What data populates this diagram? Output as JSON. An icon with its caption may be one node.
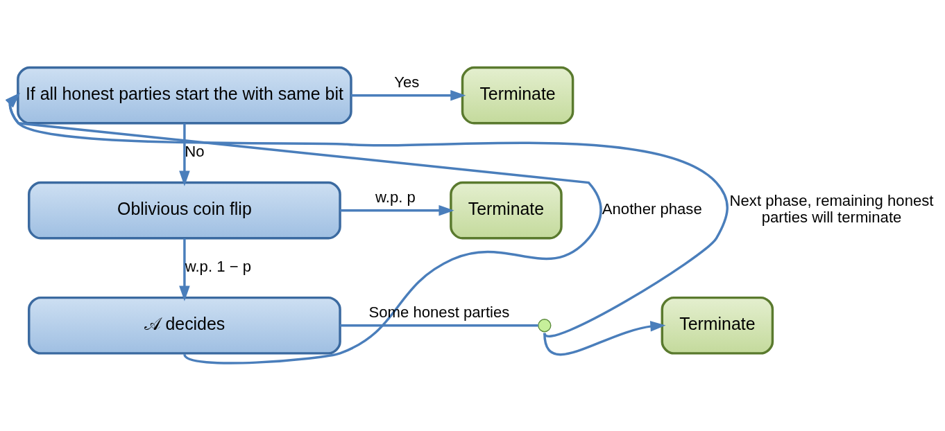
{
  "diagram": {
    "nodes": [
      {
        "text": [
          "If all honest parties start the with same bit"
        ]
      },
      {
        "text": [
          "Terminate"
        ]
      },
      {
        "text": [
          "Oblivious coin flip"
        ]
      },
      {
        "text": [
          "Terminate"
        ]
      },
      {
        "text": [
          "𝒜 decides"
        ]
      },
      {
        "text": [
          "Terminate"
        ]
      },
      {
        "text": [],
        "shape": "circle"
      }
    ],
    "edges": [
      {
        "from": 0,
        "to": 1,
        "arrow": "to",
        "label": "Yes"
      },
      {
        "from": 0,
        "to": 2,
        "arrow": "to",
        "label": "No"
      },
      {
        "from": 2,
        "to": 3,
        "arrow": "to",
        "label": "w.p. p"
      },
      {
        "from": 2,
        "to": 4,
        "arrow": "to",
        "label": "w.p. 1 − p"
      },
      {
        "from": 4,
        "to": 0,
        "arrow": "to",
        "label": "Another phase"
      },
      {
        "from": 4,
        "to": 6,
        "arrow": "none",
        "label": "Some honest parties"
      },
      {
        "from": 6,
        "to": 5,
        "arrow": "to"
      },
      {
        "from": 6,
        "to": 0,
        "arrow": "to",
        "label": "Next phase, remaining honest parties will terminate"
      }
    ]
  }
}
